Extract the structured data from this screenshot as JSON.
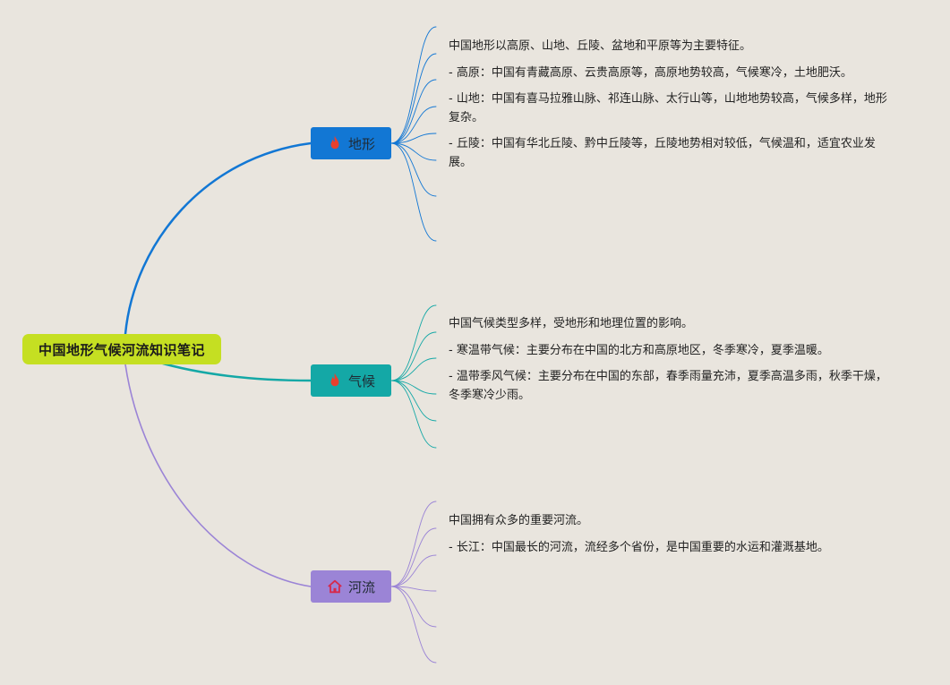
{
  "root": {
    "title": "中国地形气候河流知识笔记"
  },
  "colors": {
    "background": "#e9e5de",
    "root": "#c5df22"
  },
  "branches": [
    {
      "label": "地形",
      "icon": "flame-icon",
      "color": "#1277d4",
      "leaves": [
        "中国地形以高原、山地、丘陵、盆地和平原等为主要特征。",
        "- 高原：中国有青藏高原、云贵高原等，高原地势较高，气候寒冷，土地肥沃。",
        "- 山地：中国有喜马拉雅山脉、祁连山脉、太行山等，山地地势较高，气候多样，地形复杂。",
        "- 丘陵：中国有华北丘陵、黔中丘陵等，丘陵地势相对较低，气候温和，适宜农业发展。"
      ]
    },
    {
      "label": "气候",
      "icon": "flame-icon",
      "color": "#14a8a6",
      "leaves": [
        "中国气候类型多样，受地形和地理位置的影响。",
        "- 寒温带气候：主要分布在中国的北方和高原地区，冬季寒冷，夏季温暖。",
        "- 温带季风气候：主要分布在中国的东部，春季雨量充沛，夏季高温多雨，秋季干燥，冬季寒冷少雨。"
      ]
    },
    {
      "label": "河流",
      "icon": "house-icon",
      "color": "#9b84d6",
      "leaves": [
        "中国拥有众多的重要河流。",
        "- 长江：中国最长的河流，流经多个省份，是中国重要的水运和灌溉基地。"
      ]
    }
  ]
}
